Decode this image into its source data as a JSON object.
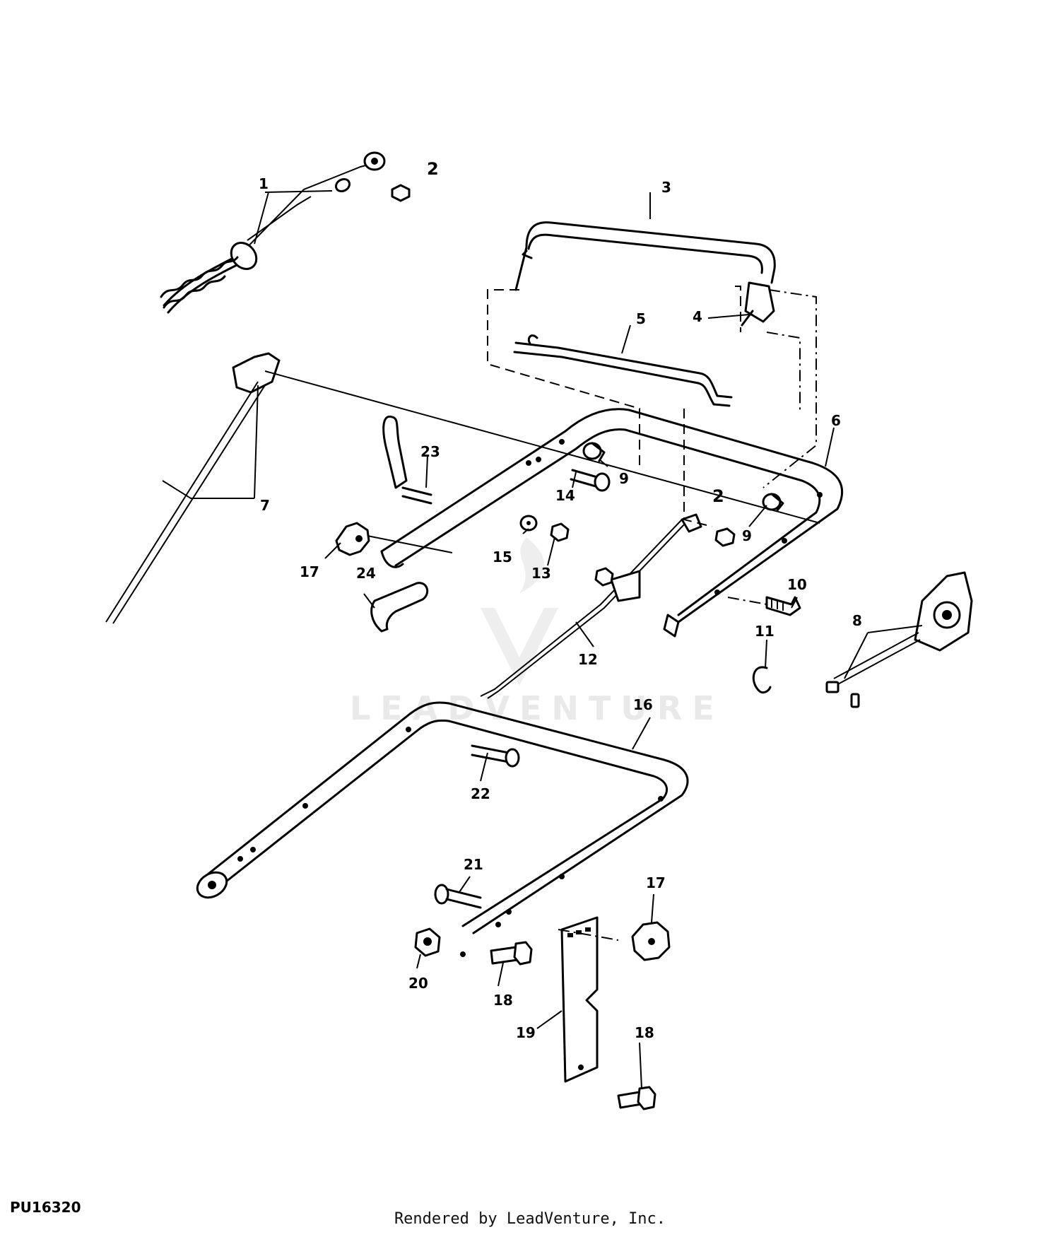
{
  "diagram": {
    "callouts": [
      "1",
      "2",
      "3",
      "4",
      "5",
      "6",
      "7",
      "8",
      "9",
      "10",
      "11",
      "12",
      "13",
      "14",
      "15",
      "16",
      "17",
      "18",
      "19",
      "20",
      "21",
      "22",
      "23",
      "24"
    ],
    "figure_code": "PU16320",
    "watermark": "LEADVENTURE",
    "footer": "Rendered by LeadVenture, Inc."
  }
}
